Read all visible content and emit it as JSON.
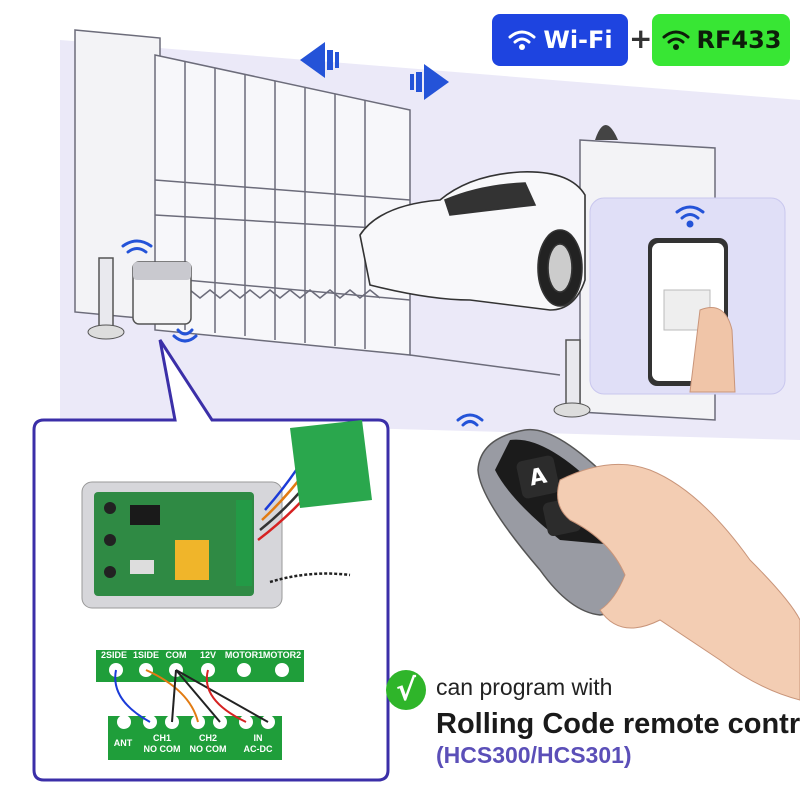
{
  "badges": {
    "wifi": "Wi-Fi",
    "plus": "+",
    "rf": "RF433"
  },
  "terminals_top": [
    "2SIDE",
    "1SIDE",
    "COM",
    "12V",
    "MOTOR1",
    "MOTOR2"
  ],
  "terminals_bottom": [
    {
      "line1": "ANT",
      "line2": ""
    },
    {
      "line1": "CH1",
      "line2": "NO  COM"
    },
    {
      "line1": "CH2",
      "line2": "NO  COM"
    },
    {
      "line1": "IN",
      "line2": "AC-DC"
    }
  ],
  "remote": {
    "button": "A"
  },
  "caption": {
    "check": "√",
    "line1": "can program with",
    "line2": "Rolling Code remote control",
    "line3": "(HCS300/HCS301)"
  },
  "colors": {
    "background": "#ffffff",
    "wifi_badge": "#1e44e0",
    "rf_badge": "#38e634",
    "scene_bg": "#e9e7f7",
    "terminal_green": "#1f9e3a",
    "accent_purple": "#5b4fb8",
    "arrow_blue": "#2453d8"
  },
  "icons": [
    "wifi-icon",
    "arrow-left-icon",
    "arrow-right-icon",
    "signal-icon",
    "check-icon",
    "smartphone-icon",
    "car-icon",
    "gate-icon",
    "remote-icon",
    "receiver-board-icon"
  ]
}
